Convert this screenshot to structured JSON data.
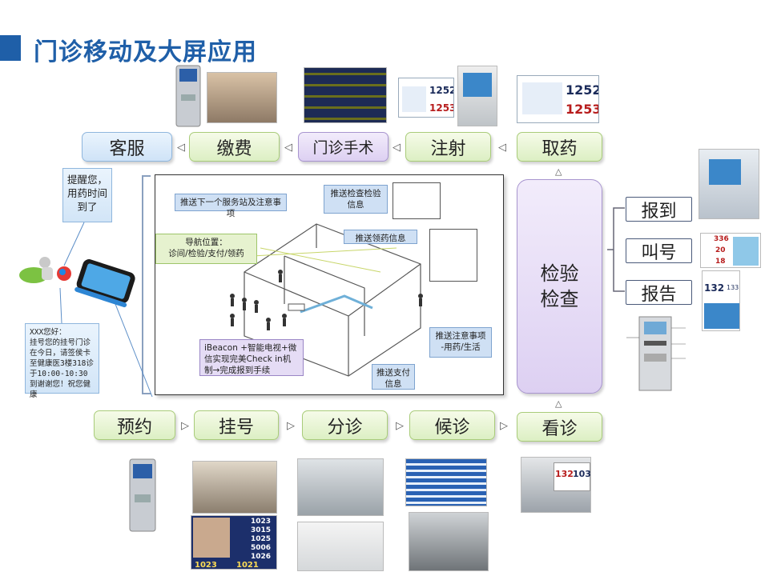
{
  "title": "门诊移动及大屏应用",
  "top_row": [
    {
      "id": "kefu",
      "label": "客服"
    },
    {
      "id": "jiaofei",
      "label": "缴费"
    },
    {
      "id": "menzhen",
      "label": "门诊手术"
    },
    {
      "id": "zhushe",
      "label": "注射"
    },
    {
      "id": "quyao",
      "label": "取药"
    }
  ],
  "bottom_row": [
    {
      "id": "yuyue",
      "label": "预约"
    },
    {
      "id": "guahao",
      "label": "挂号"
    },
    {
      "id": "fenzhen",
      "label": "分诊"
    },
    {
      "id": "houzhen",
      "label": "候诊"
    },
    {
      "id": "kanzhen",
      "label": "看诊"
    }
  ],
  "center_right": "检验\n检查",
  "right_items": [
    {
      "id": "baodao",
      "label": "报到"
    },
    {
      "id": "jiaohao",
      "label": "叫号"
    },
    {
      "id": "baogao",
      "label": "报告"
    }
  ],
  "left_notes": {
    "reminder": "提醒您，用药时间到了",
    "message": "XXX您好：\n挂号您的挂号门诊在今日，请签侯卡至健康医3楼318诊\n于10:00-10:30到谢谢您！祝您健康"
  },
  "callouts": {
    "next_service": "推送下一个服务站及注意事项",
    "nav": "导航位置：\n诊间/检验/支付/领药",
    "push_exam": "推送检查检验信息",
    "push_drug": "推送领药信息",
    "push_notice": "推送注意事项\n-用药/生活",
    "push_pay": "推送支付信息",
    "ibeacon": "iBeacon +智能电视+微信实现完美Check in机制→完成报到手续"
  },
  "screen_numbers": {
    "quyao_a": "1252",
    "quyao_b": "1253",
    "zhushe_a": "1252",
    "zhushe_b": "1253",
    "kanzhen_a": "132",
    "kanzhen_b": "103",
    "report_a": "132",
    "report_b": "133",
    "call_a": "336",
    "call_b": "20",
    "call_c": "18",
    "guahao_queue": [
      "1023",
      "3015",
      "1025",
      "5006",
      "1026"
    ],
    "guahao_bottom": [
      "1023",
      "1021"
    ]
  },
  "colors": {
    "title": "#1f5fa8",
    "blue_box": "#cfe3f7",
    "green_box": "#dcefc3",
    "purple_box": "#ddd0f2"
  }
}
